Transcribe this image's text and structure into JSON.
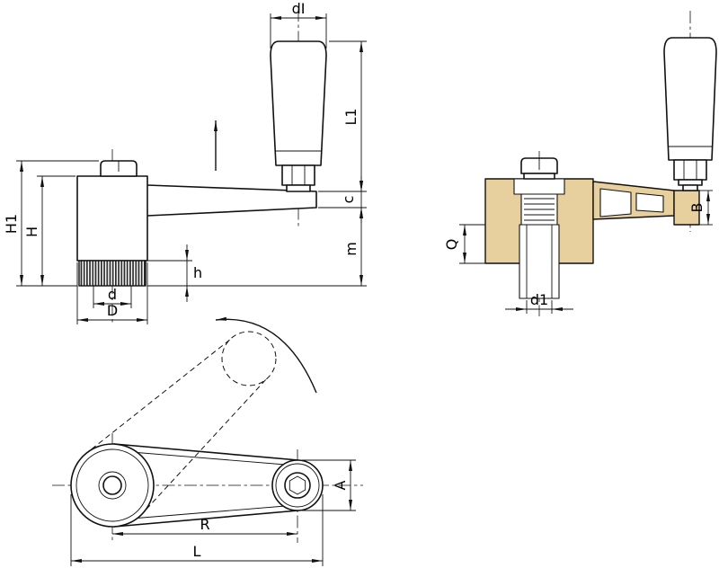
{
  "meta": {
    "title": "Crank handle technical drawing, three views"
  },
  "labels": {
    "dI": "dI",
    "L1": "L1",
    "c": "c",
    "m": "m",
    "H1": "H1",
    "H": "H",
    "h": "h",
    "d": "d",
    "D": "D",
    "Q": "Q",
    "d1": "d1",
    "B": "B",
    "A": "A",
    "R": "R",
    "L": "L"
  },
  "colors": {
    "line": "#111111",
    "section_fill": "#e8d09e",
    "background": "#ffffff"
  }
}
